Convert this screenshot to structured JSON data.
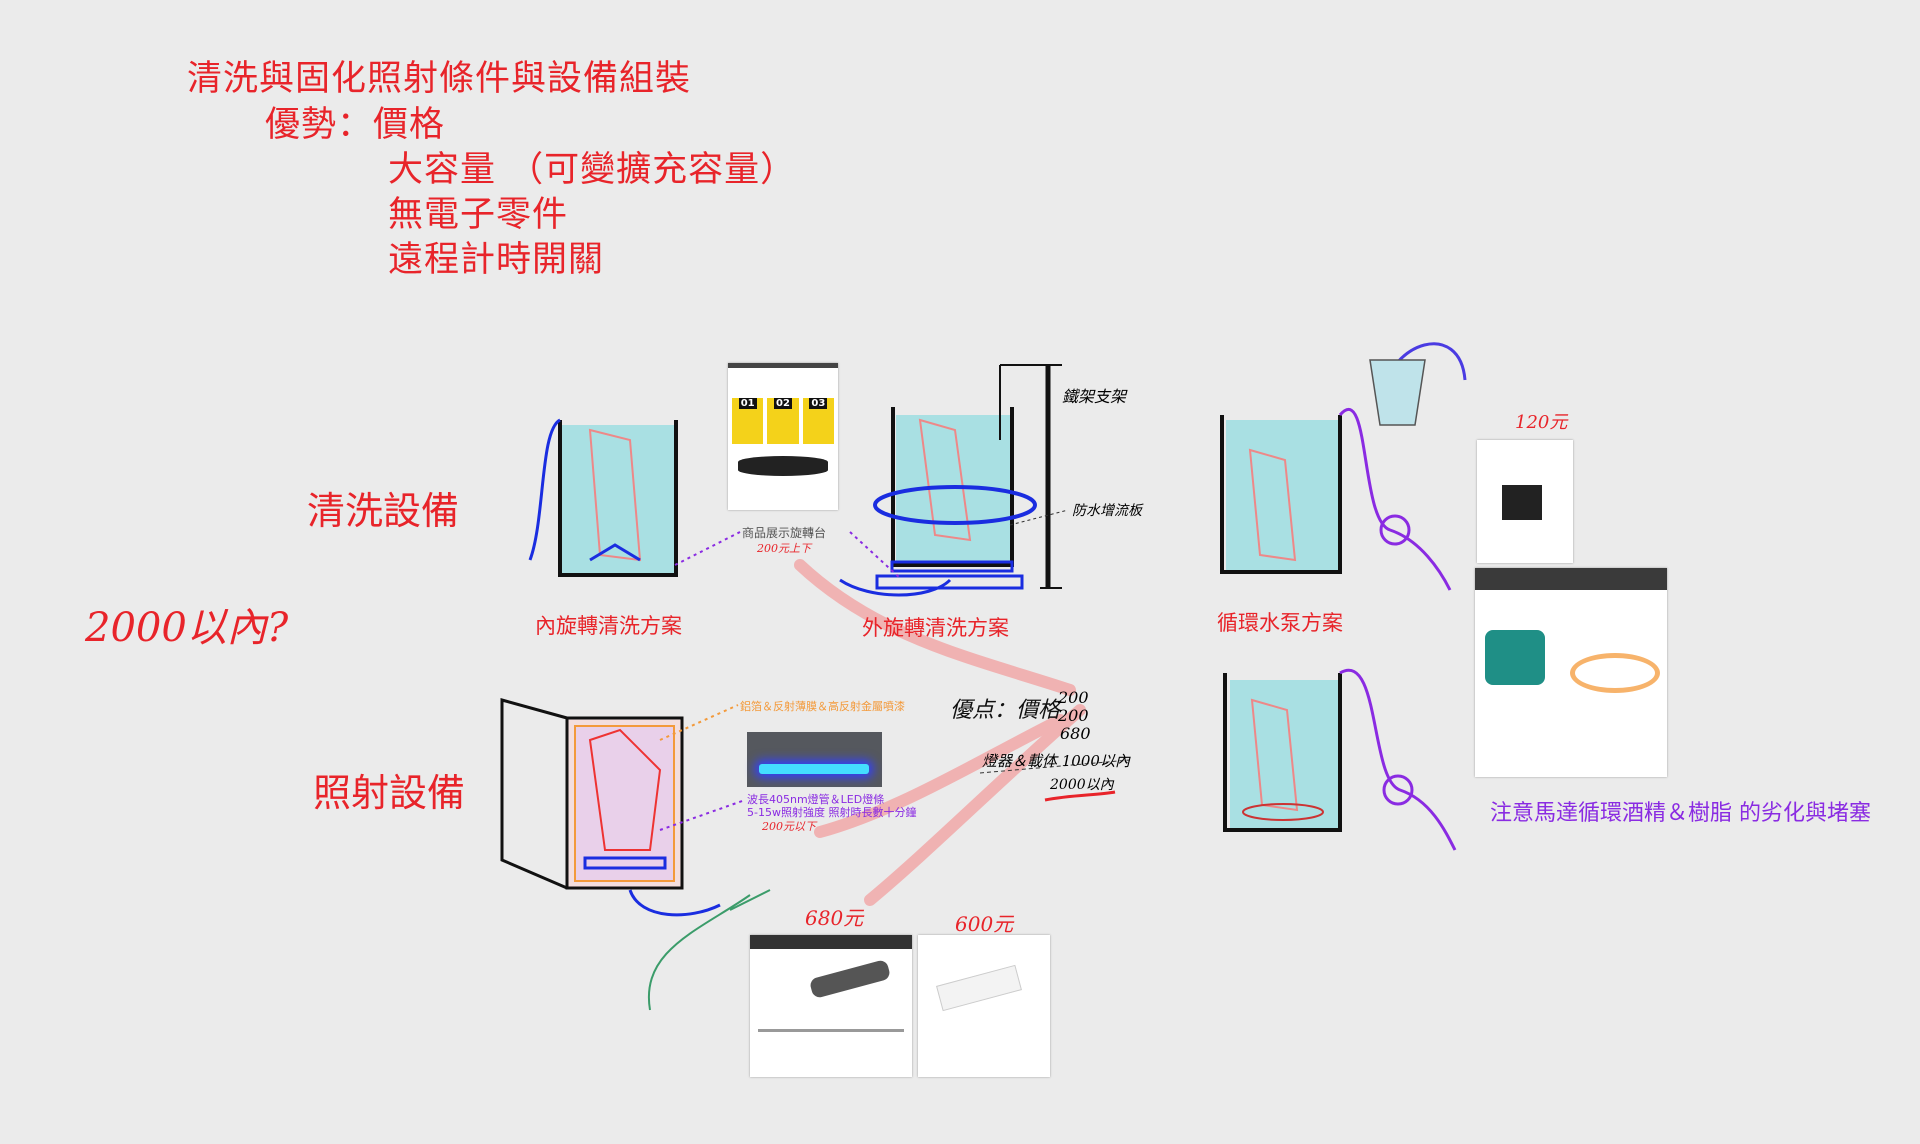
{
  "header": {
    "title": "清洗與固化照射條件與設備組裝",
    "advantage_label": "優勢：價格",
    "advantages": [
      "大容量 （可變擴充容量）",
      "無電子零件",
      "遠程計時開關"
    ]
  },
  "budget_note": "2000以內?",
  "sections": {
    "cleaning": "清洗設備",
    "curing": "照射設備"
  },
  "cleaning_options": {
    "inner": "內旋轉清洗方案",
    "outer": "外旋轉清洗方案",
    "pump": "循環水泵方案"
  },
  "turntable": {
    "label": "商品展示旋轉台",
    "price": "200元上下",
    "steps": [
      "01",
      "02",
      "03"
    ]
  },
  "outer_labels": {
    "stand": "鐵架支架",
    "plate": "防水增流板"
  },
  "curing_labels": {
    "reflect": "鋁箔＆反射薄膜＆高反射金屬噴漆",
    "led_line1": "波長405nm燈管＆LED燈條",
    "led_line2": "5-15w照射強度 照射時長數十分鐘",
    "led_price": "200元以下"
  },
  "cost_notes": {
    "heading": "優点：價格",
    "values": [
      "200",
      "200",
      "680"
    ],
    "fixture": "燈器＆載体 1000以內",
    "total": "2000以內"
  },
  "timer_prices": [
    "680元",
    "600元"
  ],
  "pump_price": "120元",
  "pump_warning": "注意馬達循環酒精＆樹脂 的劣化與堵塞",
  "colors": {
    "red": "#e8242a",
    "blue": "#1a2de0",
    "purple": "#8a2be2",
    "water": "#a9e0e3",
    "orange": "#f39a3b"
  }
}
